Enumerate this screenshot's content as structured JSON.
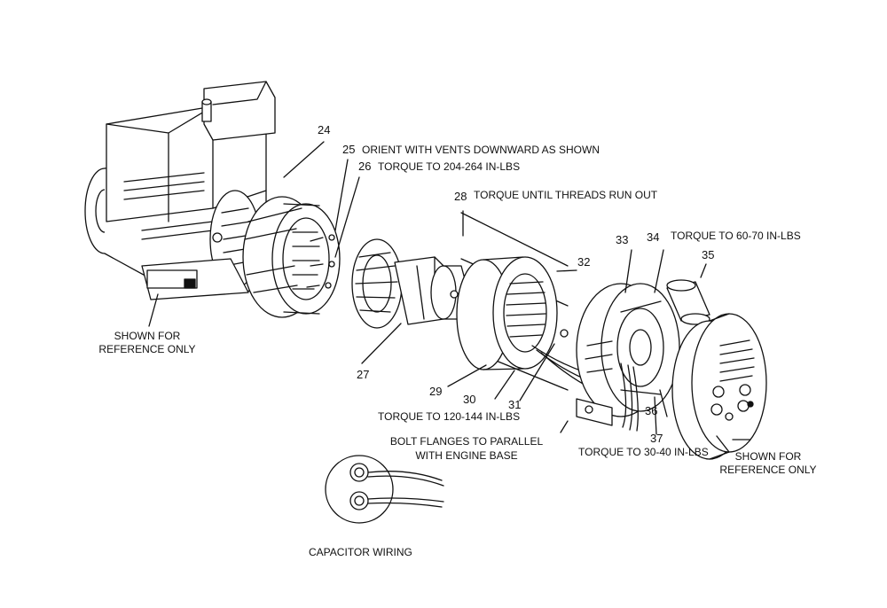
{
  "part_numbers": [
    "24",
    "25",
    "26",
    "27",
    "28",
    "29",
    "30",
    "31",
    "32",
    "33",
    "34",
    "35",
    "36",
    "37"
  ],
  "notes": {
    "orient": "ORIENT WITH VENTS DOWNWARD AS SHOWN",
    "torque_204": "TORQUE TO 204-264 IN-LBS",
    "torque_threads": "TORQUE UNTIL THREADS RUN OUT",
    "torque_60": "TORQUE TO 60-70 IN-LBS",
    "torque_120": "TORQUE TO 120-144 IN-LBS",
    "bolt_flanges_1": "BOLT FLANGES TO PARALLEL",
    "bolt_flanges_2": "WITH ENGINE BASE",
    "torque_30": "TORQUE TO 30-40 IN-LBS",
    "ref_left_1": "SHOWN FOR",
    "ref_left_2": "REFERENCE ONLY",
    "ref_right_1": "SHOWN FOR",
    "ref_right_2": "REFERENCE ONLY",
    "capacitor": "CAPACITOR WIRING"
  },
  "colors": {
    "line": "#111111",
    "fill": "#ffffff",
    "shade": "#cfcfcf"
  }
}
